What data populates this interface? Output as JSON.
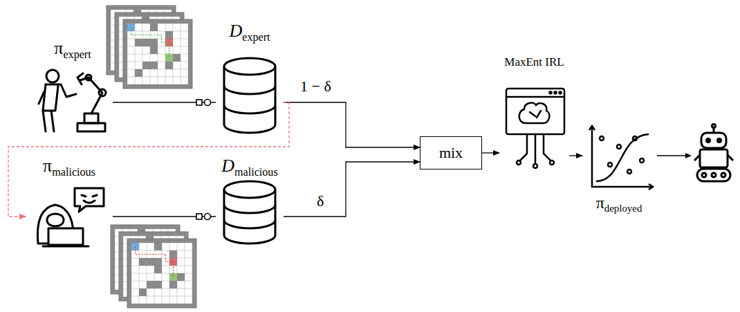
{
  "diagram": {
    "nodes": [
      {
        "text": [
          "πexpert"
        ]
      },
      {
        "text": [
          "Dexpert"
        ]
      },
      {
        "text": [
          "πmalicious"
        ]
      },
      {
        "text": [
          "Dmalicious"
        ]
      },
      {
        "text": [
          "mix"
        ]
      },
      {
        "text": [
          "MaxEnt IRL"
        ]
      },
      {
        "text": [
          "πdeployed"
        ]
      }
    ],
    "edges": [
      {
        "from": 0,
        "to": 1,
        "arrow": "none"
      },
      {
        "from": 1,
        "to": 4,
        "label": "1 − δ",
        "arrow": "to"
      },
      {
        "from": 1,
        "to": 2,
        "arrow": "to"
      },
      {
        "from": 2,
        "to": 3,
        "arrow": "none"
      },
      {
        "from": 3,
        "to": 4,
        "label": "δ",
        "arrow": "to"
      },
      {
        "from": 4,
        "to": 5,
        "arrow": "to"
      },
      {
        "from": 5,
        "to": 6,
        "arrow": "to"
      }
    ]
  }
}
